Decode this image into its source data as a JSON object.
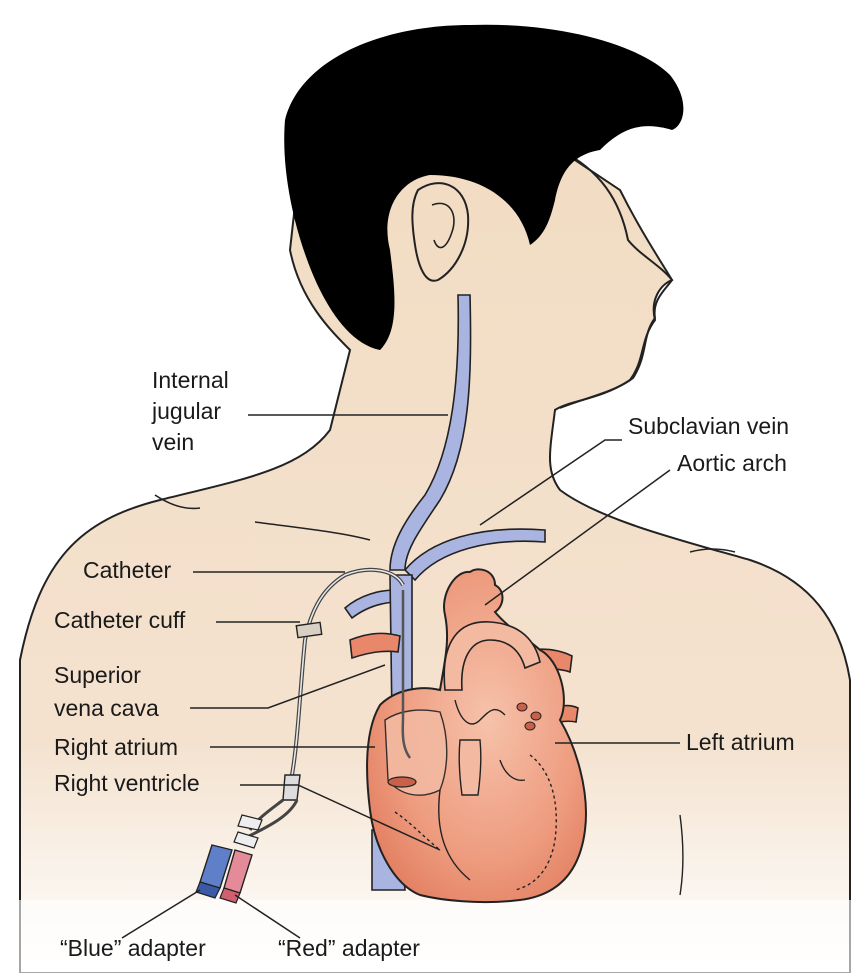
{
  "labels": {
    "internal_jugular_1": "Internal",
    "internal_jugular_2": "jugular",
    "internal_jugular_3": "vein",
    "subclavian_vein": "Subclavian vein",
    "aortic_arch": "Aortic arch",
    "catheter": "Catheter",
    "catheter_cuff": "Catheter cuff",
    "superior_vena_cava_1": "Superior",
    "superior_vena_cava_2": "vena cava",
    "right_atrium": "Right atrium",
    "left_atrium": "Left atrium",
    "right_ventricle": "Right ventricle",
    "blue_adapter": "“Blue” adapter",
    "red_adapter": "“Red” adapter"
  },
  "colors": {
    "skin": "#f2dcc3",
    "hair": "#000000",
    "vein": "#aab4e0",
    "heart": "#e8876a",
    "heart_light": "#f3b9a1",
    "outline": "#222222"
  }
}
